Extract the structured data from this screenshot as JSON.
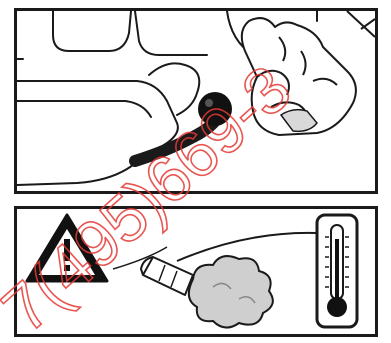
{
  "panels": [
    {
      "name": "attach-hose-panel"
    },
    {
      "name": "hot-steam-warning-panel"
    }
  ],
  "warning_icon": "warning-triangle-icon",
  "thermometer_icon": "thermometer-icon",
  "watermark": {
    "text": "7(495)669-3",
    "color": "#e53935"
  }
}
